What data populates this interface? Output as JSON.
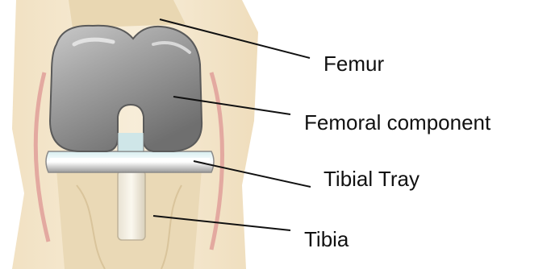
{
  "labels": {
    "femur": "Femur",
    "femoral_component": "Femoral component",
    "tibial_tray": "Tibial Tray",
    "tibia": "Tibia"
  },
  "colors": {
    "skin": "#f2e3c4",
    "bone": "#ecdcb6",
    "implant": "#9a9a9a",
    "tray": "#e6e6e6",
    "leader": "#111111"
  }
}
